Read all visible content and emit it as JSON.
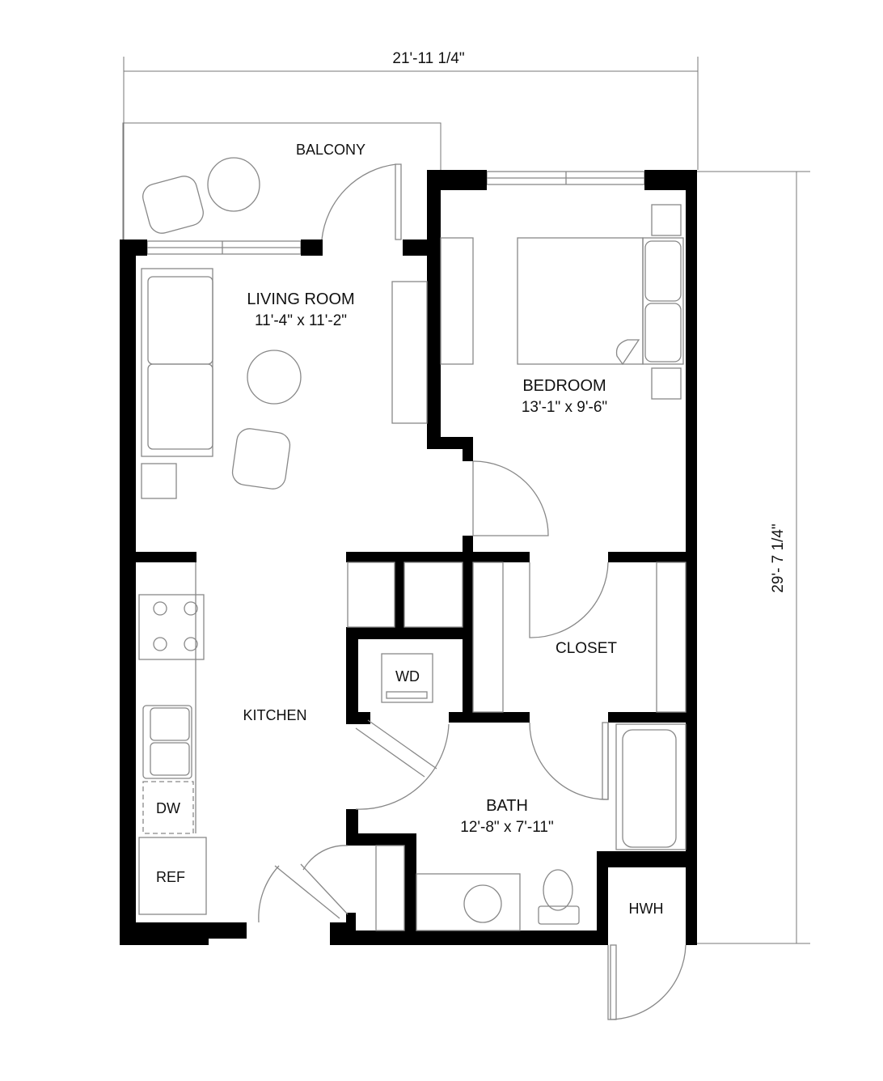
{
  "plan": {
    "dimensions": {
      "width": "21'-11 1/4\"",
      "depth": "29'- 7 1/4\""
    },
    "rooms": {
      "balcony": {
        "name": "BALCONY"
      },
      "living": {
        "name": "LIVING ROOM",
        "size": "11'-4\" x 11'-2\""
      },
      "bedroom": {
        "name": "BEDROOM",
        "size": "13'-1\" x 9'-6\""
      },
      "kitchen": {
        "name": "KITCHEN"
      },
      "closet": {
        "name": "CLOSET"
      },
      "bath": {
        "name": "BATH",
        "size": "12'-8\" x 7'-11\""
      },
      "hwh": {
        "name": "HWH"
      }
    },
    "appliances": {
      "wd": "WD",
      "dw": "DW",
      "ref": "REF"
    }
  }
}
